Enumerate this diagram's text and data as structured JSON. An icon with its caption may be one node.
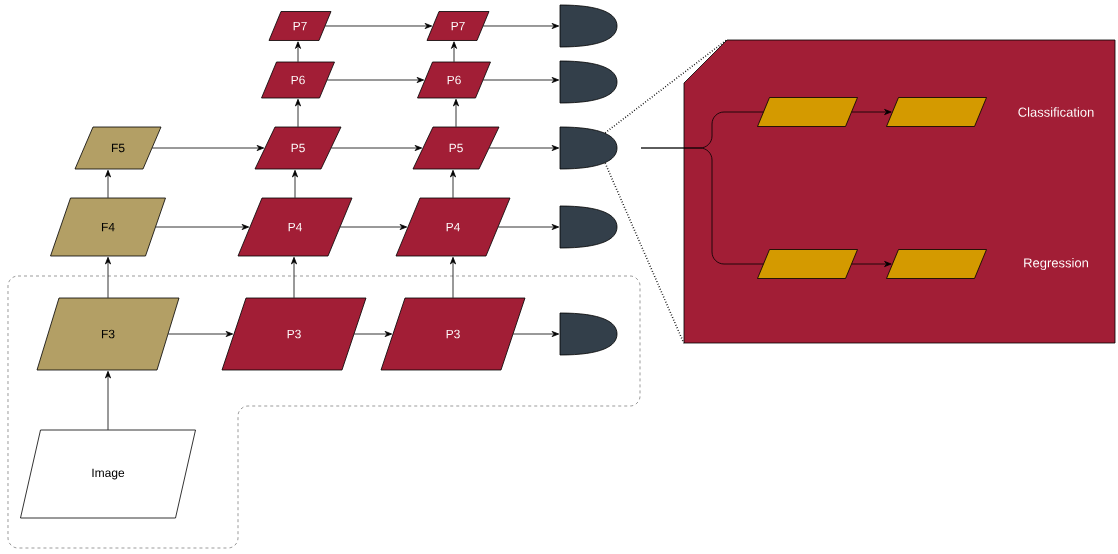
{
  "diagram": {
    "nodes": [
      {
        "text": [
          "Image"
        ]
      },
      {
        "text": [
          "F3"
        ]
      },
      {
        "text": [
          "F4"
        ]
      },
      {
        "text": [
          "F5"
        ]
      },
      {
        "text": [
          "P3"
        ]
      },
      {
        "text": [
          "P4"
        ]
      },
      {
        "text": [
          "P5"
        ]
      },
      {
        "text": [
          "P6"
        ]
      },
      {
        "text": [
          "P7"
        ]
      },
      {
        "text": [
          "P3"
        ]
      },
      {
        "text": [
          "P4"
        ]
      },
      {
        "text": [
          "P5"
        ]
      },
      {
        "text": [
          "P6"
        ]
      },
      {
        "text": [
          "P7"
        ]
      },
      {
        "text": [],
        "shape": "semicircle"
      },
      {
        "text": [],
        "shape": "semicircle"
      },
      {
        "text": [],
        "shape": "semicircle"
      },
      {
        "text": [],
        "shape": "semicircle"
      },
      {
        "text": [],
        "shape": "semicircle"
      },
      {
        "text": [
          "Classification",
          "Regression"
        ]
      },
      {
        "text": [],
        "shape": "parallelogram",
        "in": 19
      },
      {
        "text": [],
        "shape": "parallelogram",
        "in": 19
      },
      {
        "text": [],
        "shape": "parallelogram",
        "in": 19
      },
      {
        "text": [],
        "shape": "parallelogram",
        "in": 19
      }
    ],
    "edges": [
      {
        "from": 0,
        "to": 1,
        "arrow": "to"
      },
      {
        "from": 1,
        "to": 2,
        "arrow": "to"
      },
      {
        "from": 2,
        "to": 3,
        "arrow": "to"
      },
      {
        "from": 1,
        "to": 4,
        "arrow": "to"
      },
      {
        "from": 2,
        "to": 5,
        "arrow": "to"
      },
      {
        "from": 3,
        "to": 6,
        "arrow": "to"
      },
      {
        "from": 4,
        "to": 5,
        "arrow": "to"
      },
      {
        "from": 5,
        "to": 6,
        "arrow": "to"
      },
      {
        "from": 6,
        "to": 7,
        "arrow": "to"
      },
      {
        "from": 7,
        "to": 8,
        "arrow": "to"
      },
      {
        "from": 7,
        "to": 12,
        "arrow": "to"
      },
      {
        "from": 8,
        "to": 13,
        "arrow": "to"
      },
      {
        "from": 4,
        "to": 9,
        "arrow": "to"
      },
      {
        "from": 5,
        "to": 10,
        "arrow": "to"
      },
      {
        "from": 6,
        "to": 11,
        "arrow": "to"
      },
      {
        "from": 9,
        "to": 10,
        "arrow": "to"
      },
      {
        "from": 10,
        "to": 11,
        "arrow": "to"
      },
      {
        "from": 11,
        "to": 12,
        "arrow": "to"
      },
      {
        "from": 12,
        "to": 13,
        "arrow": "to"
      },
      {
        "from": 9,
        "to": 18,
        "arrow": "to"
      },
      {
        "from": 10,
        "to": 17,
        "arrow": "to"
      },
      {
        "from": 11,
        "to": 16,
        "arrow": "to"
      },
      {
        "from": 12,
        "to": 15,
        "arrow": "to"
      },
      {
        "from": 13,
        "to": 14,
        "arrow": "to"
      },
      {
        "from": 16,
        "to": 19,
        "arrow": "none",
        "style": "dashed"
      },
      {
        "from": 16,
        "to": 19,
        "arrow": "none",
        "style": "dashed"
      },
      {
        "from": null,
        "to": 20,
        "arrow": "none"
      },
      {
        "from": null,
        "to": 22,
        "arrow": "none"
      },
      {
        "from": 20,
        "to": 21,
        "arrow": "to"
      },
      {
        "from": 22,
        "to": 23,
        "arrow": "to"
      }
    ]
  }
}
